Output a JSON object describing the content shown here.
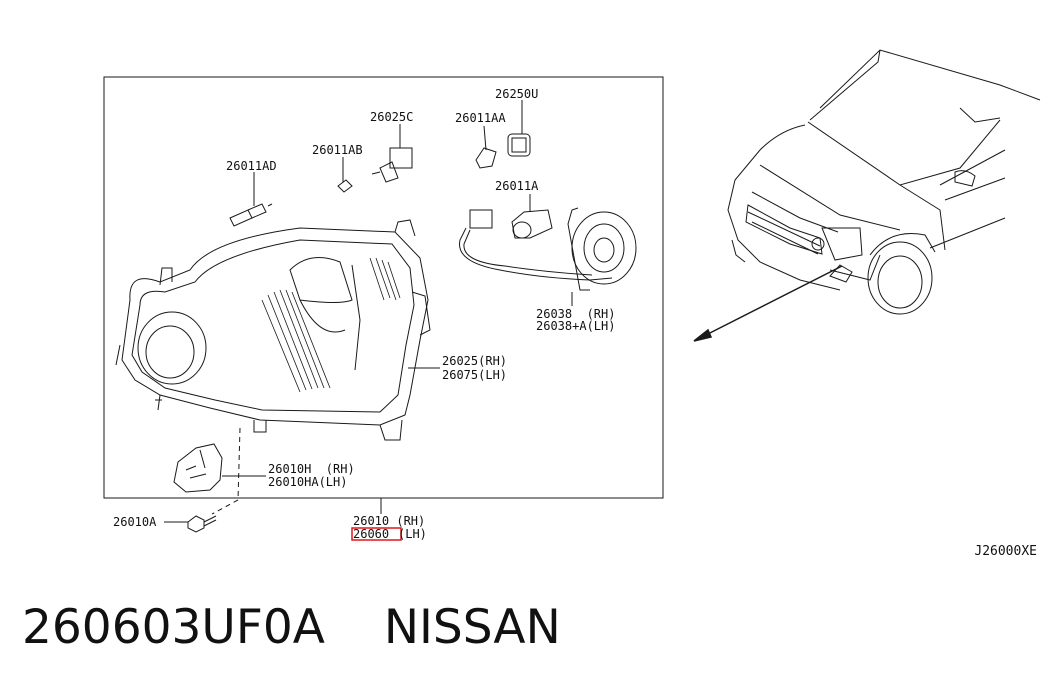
{
  "callouts": {
    "c26250U": "26250U",
    "c26011AA": "26011AA",
    "c26025C": "26025C",
    "c26011AB": "26011AB",
    "c26011AD": "26011AD",
    "c26011A": "26011A",
    "c26038_rh": "26038  (RH)",
    "c26038_lh": "26038+A(LH)",
    "c26025_rh": "26025(RH)",
    "c26075_lh": "26075(LH)",
    "c26010H_rh": "26010H  (RH)",
    "c26010HA_lh": "26010HA(LH)",
    "c26010A": "26010A",
    "c26010_rh": "26010 (RH)",
    "c26060": "26060",
    "c26060_lh": "(LH)"
  },
  "diagram_code": "J26000XE",
  "caption": {
    "part_number": "260603UF0A",
    "brand": "NISSAN"
  },
  "colors": {
    "line": "#1a1a1a",
    "highlight": "#e0161b"
  }
}
